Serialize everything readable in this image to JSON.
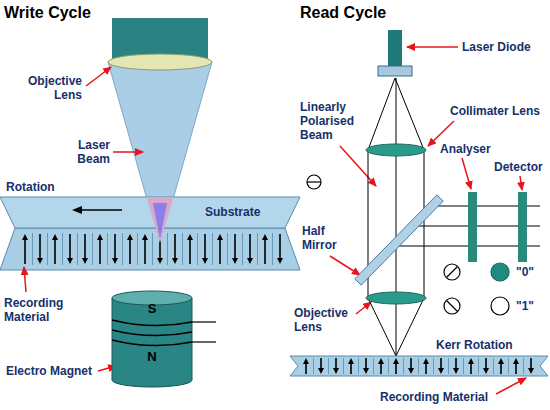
{
  "diagram": {
    "nodes": [
      {
        "text": [
          "Substrate"
        ]
      },
      {
        "text": [
          "S",
          "N"
        ]
      }
    ],
    "labels": [
      "Write Cycle",
      "Read Cycle",
      "Objective Lens",
      "Laser Beam",
      "Rotation",
      "Recording Material",
      "Electro Magnet",
      "Laser Diode",
      "Linearly Polarised Beam",
      "Collimater Lens",
      "Analyser",
      "Detector",
      "Half Mirror",
      "\"0\"",
      "\"1\"",
      "Objective Lens",
      "Kerr Rotation",
      "Recording Material"
    ]
  }
}
